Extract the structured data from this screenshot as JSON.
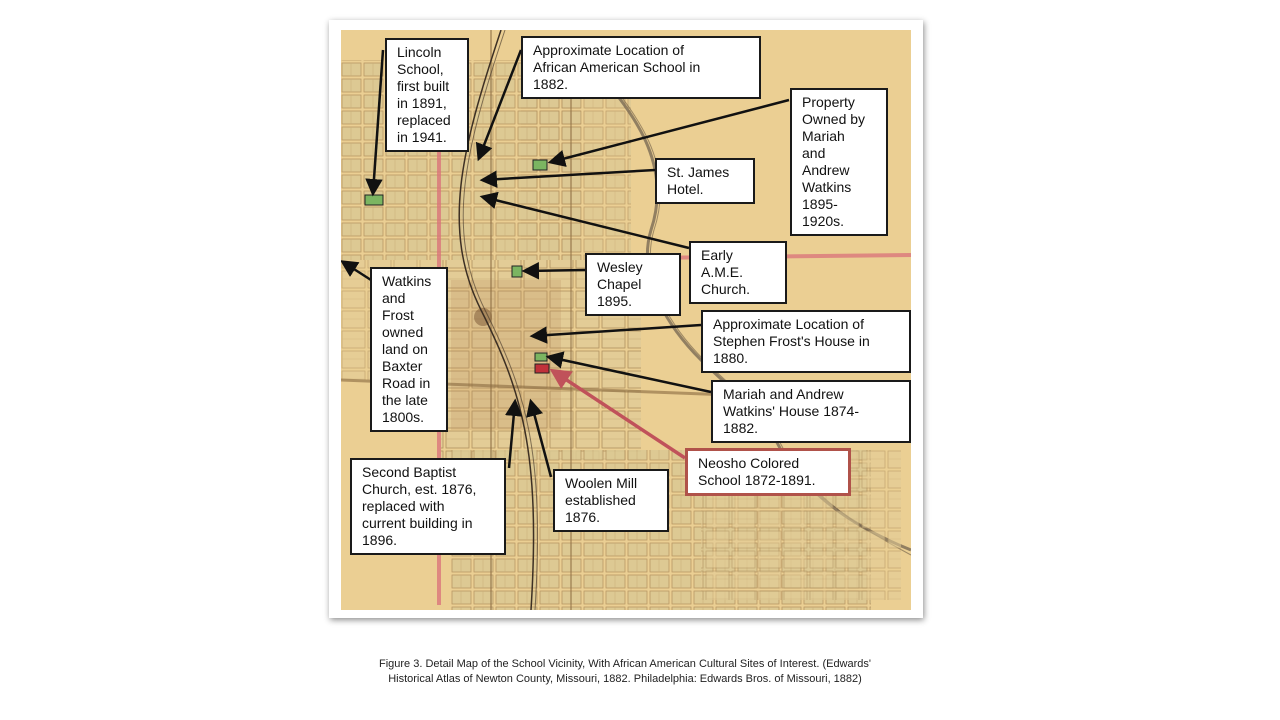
{
  "map": {
    "labels": {
      "lincoln_school": "Lincoln\nSchool,\nfirst built\nin 1891,\nreplaced\nin 1941.",
      "approx_aa_school": "Approximate Location of\nAfrican American School in\n1882.",
      "watkins_property": "Property\nOwned by\nMariah\nand\nAndrew\nWatkins\n1895-\n1920s.",
      "st_james_hotel": "St. James\nHotel.",
      "early_ame_church": "Early\nA.M.E.\nChurch.",
      "wesley_chapel": "Wesley\nChapel\n1895.",
      "watkins_frost_land": "Watkins\nand\nFrost\nowned\nland on\nBaxter\nRoad in\nthe late\n1800s.",
      "frost_house": "Approximate Location of\nStephen Frost's House in\n1880.",
      "watkins_house": "Mariah and Andrew\nWatkins' House 1874-\n1882.",
      "neosho_colored_school": "Neosho Colored\nSchool 1872-1891.",
      "second_baptist": "Second Baptist\nChurch, est. 1876,\nreplaced with\ncurrent building in\n1896.",
      "woolen_mill": "Woolen Mill\nestablished\n1876."
    },
    "colors": {
      "parchment": "#e9c98a",
      "block_fill": "#d8c79a",
      "grid_line": "#b99a66",
      "boundary_red": "#d9707a",
      "river": "#7a6a55",
      "marker_green": "#7bb561",
      "marker_red": "#c0313a",
      "arrow": "#111111",
      "arrow_red": "#c0525a"
    }
  },
  "caption": {
    "line1": "Figure 3.  Detail Map of the School Vicinity, With African American Cultural Sites of Interest. (Edwards'",
    "line2": "Historical Atlas of Newton County, Missouri, 1882.  Philadelphia: Edwards Bros. of Missouri, 1882)"
  }
}
